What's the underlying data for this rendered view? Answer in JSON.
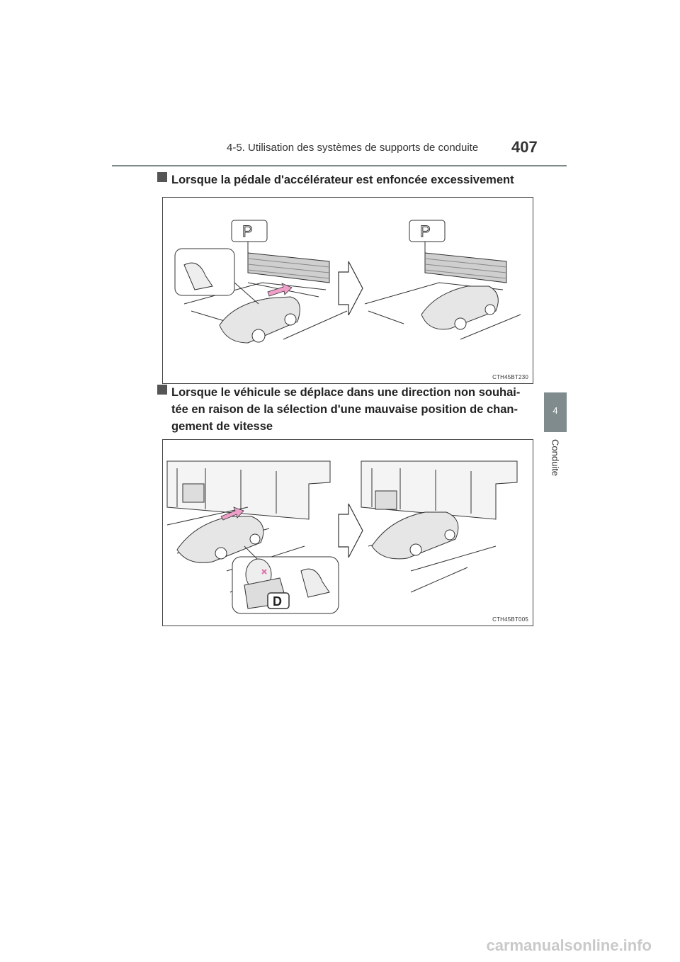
{
  "header": {
    "section_title": "4-5. Utilisation des systèmes de supports de conduite",
    "page_number": "407"
  },
  "side_tab": {
    "chapter_number": "4",
    "chapter_label": "Conduite"
  },
  "sections": [
    {
      "heading_lines": [
        "Lorsque la pédale d'accélérateur est enfoncée excessivement"
      ],
      "figure_code": "CTH45BT230"
    },
    {
      "heading_lines": [
        "Lorsque le véhicule se déplace dans une direction non souhai-",
        "tée en raison de la sélection d'une mauvaise position de chan-",
        "gement de vitesse"
      ],
      "figure_code": "CTH45BT005",
      "shift_letter": "D"
    }
  ],
  "watermark": "carmanualsonline.info",
  "colors": {
    "tab_gray": "#7f8b8d",
    "arrow_pink": "#f0a0c8"
  }
}
